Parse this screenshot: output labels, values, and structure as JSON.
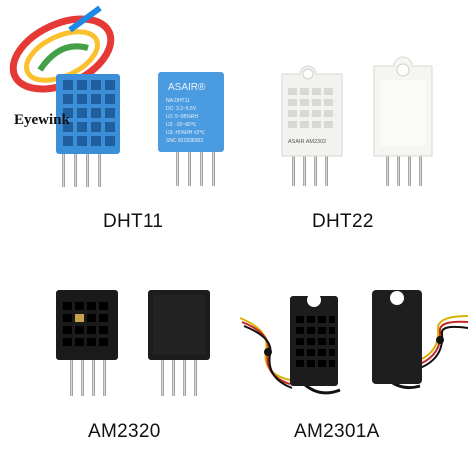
{
  "brand": {
    "name": "Eyewink",
    "logo_colors": [
      "#e53935",
      "#fbc02d",
      "#43a047",
      "#1e88e5"
    ]
  },
  "products": [
    {
      "name": "DHT11",
      "body_color": "#3a8fd8",
      "front_marking": "",
      "back_marking": [
        "ASAIR®",
        "NA:DHT11",
        "DC: 3.3~5.5V",
        "U1: 5~95%RH",
        "U2: -20~60℃",
        "U3: ±5%RH ±2℃",
        "SNC 821838383"
      ]
    },
    {
      "name": "DHT22",
      "body_color": "#f2f2ef",
      "front_marking": "ASAIR AM2302",
      "back_marking": []
    },
    {
      "name": "AM2320",
      "body_color": "#1a1a1a",
      "front_marking": "",
      "back_marking": []
    },
    {
      "name": "AM2301A",
      "body_color": "#1c1c1c",
      "front_marking": "",
      "back_marking": []
    }
  ]
}
